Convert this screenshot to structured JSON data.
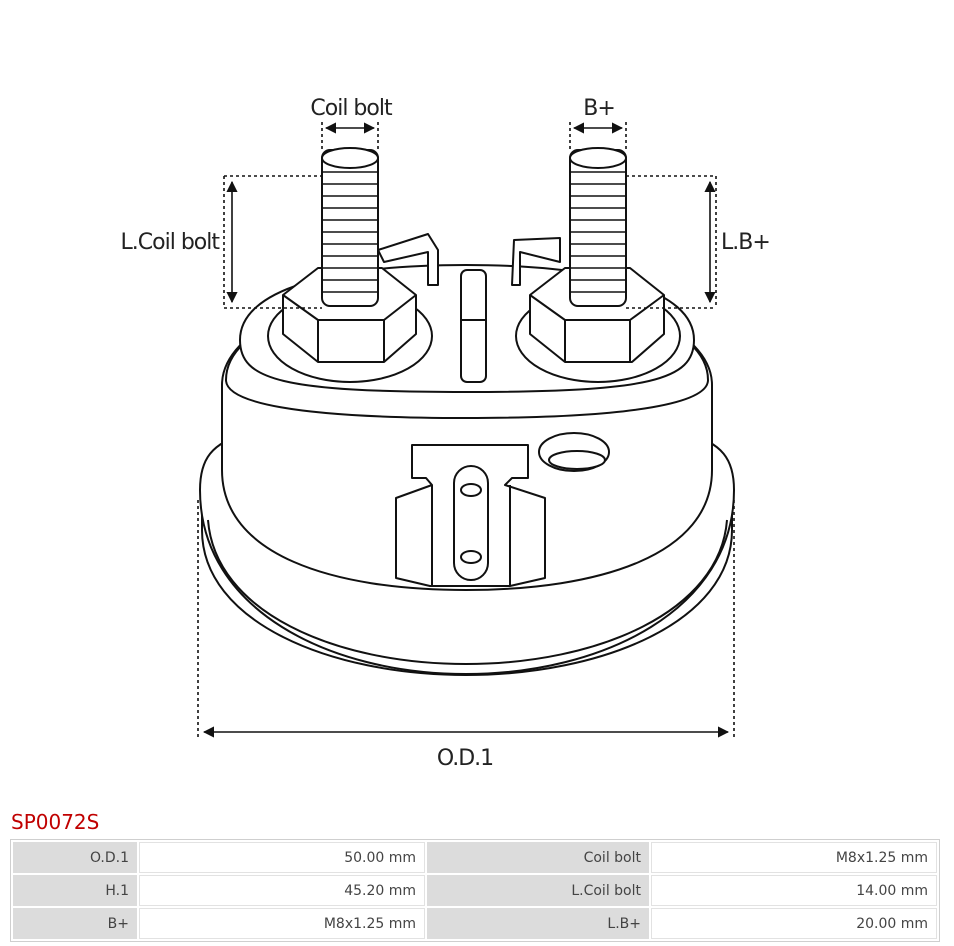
{
  "drawing": {
    "labels": {
      "coil_bolt": "Coil bolt",
      "b_plus": "B+",
      "l_coil_bolt": "L.Coil bolt",
      "l_b_plus": "L.B+",
      "od1": "O.D.1"
    }
  },
  "part_number": "SP0072S",
  "specs": [
    {
      "label": "O.D.1",
      "value": "50.00 mm"
    },
    {
      "label": "Coil bolt",
      "value": "M8x1.25 mm"
    },
    {
      "label": "H.1",
      "value": "45.20 mm"
    },
    {
      "label": "L.Coil bolt",
      "value": "14.00 mm"
    },
    {
      "label": "B+",
      "value": "M8x1.25 mm"
    },
    {
      "label": "L.B+",
      "value": "20.00 mm"
    }
  ]
}
